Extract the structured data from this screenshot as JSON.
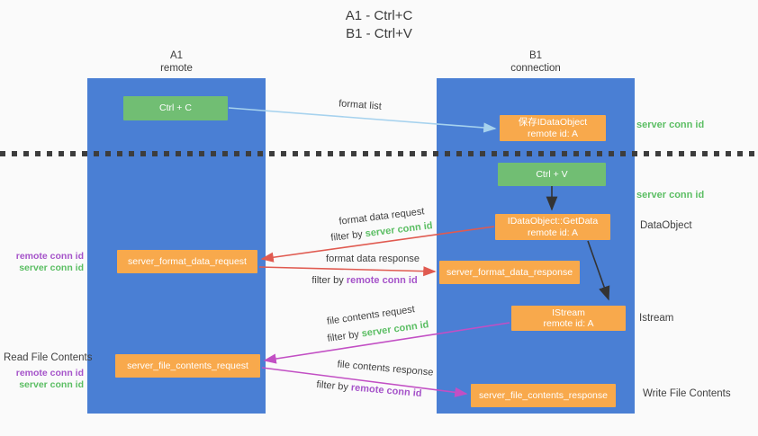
{
  "title": {
    "line1": "A1 - Ctrl+C",
    "line2": "B1 - Ctrl+V"
  },
  "columns": {
    "left": {
      "id": "A1",
      "label": "remote"
    },
    "right": {
      "id": "B1",
      "label": "connection"
    }
  },
  "nodes": {
    "ctrl_c": "Ctrl + C",
    "save_idataobject": {
      "line1": "保存IDataObject",
      "line2": "remote id: A"
    },
    "ctrl_v": "Ctrl + V",
    "getdata": {
      "line1": "IDataObject::GetData",
      "line2": "remote id: A"
    },
    "server_format_data_request": "server_format_data_request",
    "server_format_data_response": "server_format_data_response",
    "istream": {
      "line1": "IStream",
      "line2": "remote id: A"
    },
    "server_file_contents_request": "server_file_contents_request",
    "server_file_contents_response": "server_file_contents_response"
  },
  "side_labels": {
    "server_conn_id_top": "server conn id",
    "server_conn_id_mid": "server conn id",
    "dataobject": "DataObject",
    "remote_conn_id_left1": "remote conn id",
    "server_conn_id_left1": "server conn id",
    "istream_right": "Istream",
    "read_file_contents": "Read File Contents",
    "remote_conn_id_left2": "remote conn id",
    "server_conn_id_left2": "server conn id",
    "write_file_contents": "Write File Contents"
  },
  "arrow_labels": {
    "format_list": "format list",
    "format_data_request": "format data request",
    "filter_by_1": "filter by ",
    "filter_val_1": "server conn id",
    "format_data_response": "format data response",
    "filter_by_2": "filter by ",
    "filter_val_2": "remote conn id",
    "file_contents_request": "file contents request",
    "filter_by_3": "filter by ",
    "filter_val_3": "server conn id",
    "file_contents_response": "file contents response",
    "filter_by_4": "filter by ",
    "filter_val_4": "remote conn id"
  },
  "colors": {
    "background": "#fafafa",
    "column_blue": "#4a7fd4",
    "node_orange": "#f8a94c",
    "node_green": "#71be73",
    "arrow_blue": "#a6d2ee",
    "arrow_red": "#e05a50",
    "arrow_magenta": "#c24fc4",
    "arrow_black": "#333333",
    "text_green": "#5bbe63",
    "text_purple": "#a553c9",
    "text_dark": "#3c3c3c"
  }
}
